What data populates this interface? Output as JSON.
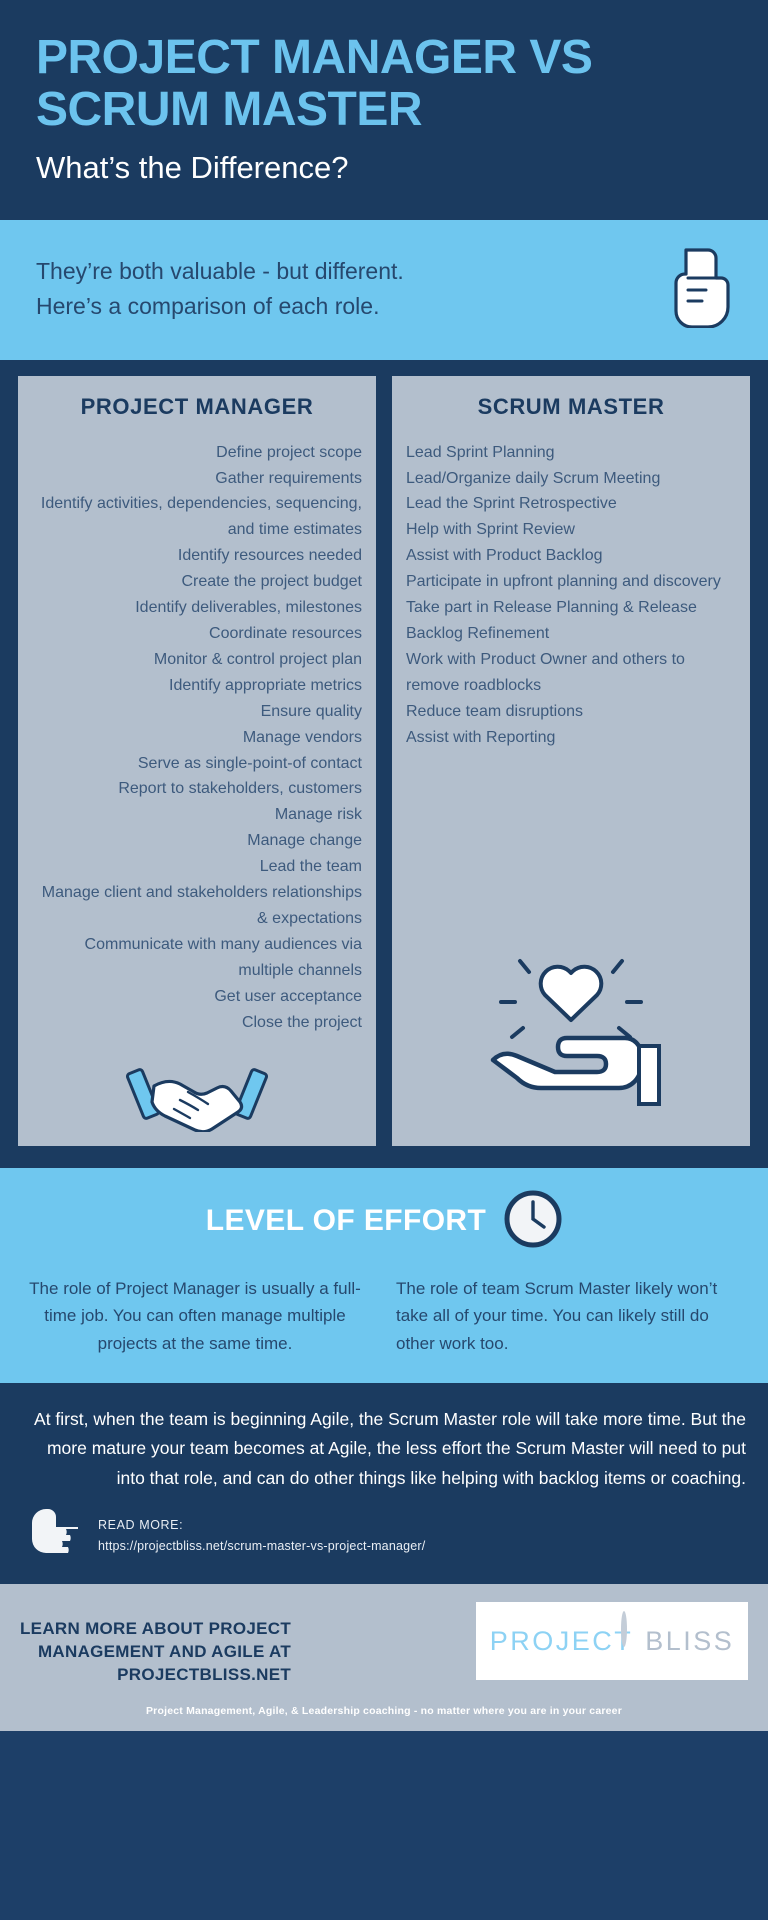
{
  "colors": {
    "dark_navy": "#1b3b60",
    "light_blue": "#6fc7ef",
    "card_gray": "#b3bfcd",
    "title_blue": "#6cc3ee",
    "body_blue": "#3d5a7d",
    "white": "#ffffff",
    "logo_blue": "#8dd2f4"
  },
  "header": {
    "title": "PROJECT MANAGER VS SCRUM MASTER",
    "subtitle": "What’s the Difference?"
  },
  "intro": {
    "text": "They’re both valuable - but different.\nHere’s a  comparison of each role.",
    "icon": "pointing-hand-down-icon"
  },
  "compare": {
    "project_manager": {
      "heading": "PROJECT MANAGER",
      "icon": "handshake-icon",
      "items": [
        "Define project scope",
        "Gather requirements",
        "Identify activities, dependencies, sequencing, and time estimates",
        "Identify resources needed",
        "Create the project budget",
        "Identify deliverables, milestones",
        "Coordinate resources",
        "Monitor & control project plan",
        "Identify appropriate metrics",
        "Ensure quality",
        "Manage vendors",
        "Serve as single-point-of contact",
        "Report to stakeholders, customers",
        "Manage risk",
        "Manage change",
        "Lead the team",
        "Manage client and stakeholders relationships & expectations",
        "Communicate with many audiences via multiple channels",
        "Get user acceptance",
        "Close the project"
      ]
    },
    "scrum_master": {
      "heading": "SCRUM MASTER",
      "icon": "heart-in-hand-icon",
      "items": [
        "Lead Sprint Planning",
        "Lead/Organize daily Scrum Meeting",
        "Lead the Sprint Retrospective",
        "Help with Sprint Review",
        "Assist with Product Backlog",
        "Participate in upfront planning and discovery",
        "Take part in Release Planning & Release Backlog Refinement",
        "Work with Product Owner and others to remove roadblocks",
        "Reduce team disruptions",
        "Assist with Reporting"
      ]
    }
  },
  "effort": {
    "heading": "LEVEL OF EFFORT",
    "icon": "clock-icon",
    "left": "The role of Project Manager is usually a full-time job. You can often manage multiple projects at the same time.",
    "right": "The role of team Scrum Master likely won’t take all of your time.  You can likely still do other work too."
  },
  "summary": {
    "paragraph": "At first, when the team is beginning Agile, the Scrum Master role will take more time. But the more mature your team becomes at Agile, the less effort the Scrum Master will need to put into that role, and can do other things like helping with backlog items or coaching.",
    "read_more_label": "READ MORE:",
    "read_more_url": "https://projectbliss.net/scrum-master-vs-project-manager/",
    "read_more_icon": "pointing-hand-right-icon"
  },
  "footer": {
    "cta": "LEARN MORE ABOUT PROJECT\nMANAGEMENT AND AGILE AT\nPROJECTBLISS.NET",
    "logo_word_1": "PROJECT",
    "logo_word_2": "BLISS",
    "tagline": "Project Management, Agile,  & Leadership coaching - no matter where you are in your career"
  }
}
